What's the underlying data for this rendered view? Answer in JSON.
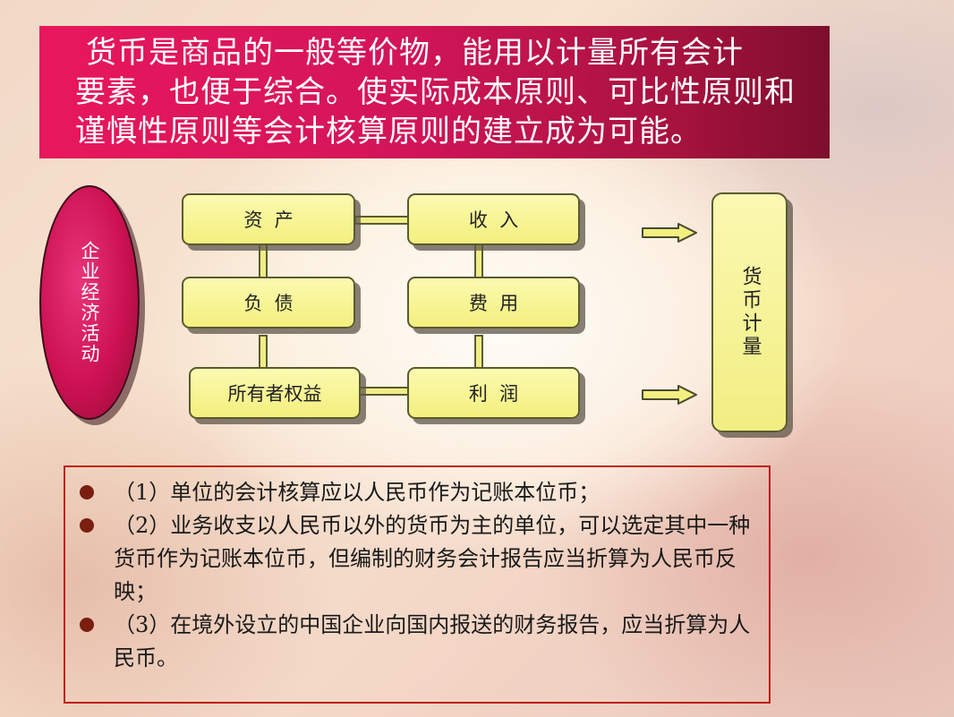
{
  "banner": {
    "line1": "货币是商品的一般等价物，能用以计量所有会计",
    "line2": "要素，也便于综合。使实际成本原则、可比性原则和",
    "line3": "谨慎性原则等会计核算原则的建立成为可能。"
  },
  "diagram": {
    "activity": "企业经济活动",
    "measure": "货币计量",
    "assets": "资  产",
    "liabilities": "负  债",
    "equity": "所有者权益",
    "revenue": "收  入",
    "expenses": "费  用",
    "profit": "利  润"
  },
  "notes": [
    "（1）单位的会计核算应以人民币作为记账本位币；",
    "（2）业务收支以人民币以外的货币为主的单位，可以选定其中一种货币作为记账本位币，但编制的财务会计报告应当折算为人民币反映；",
    "（3）在境外设立的中国企业向国内报送的财务报告，应当折算为人民币。"
  ],
  "colors": {
    "banner": "#d41559",
    "box_fill": "#f3ef7e",
    "ellipse": "#cc1152",
    "note_border": "#c01a1a",
    "bullet": "#7a1e10"
  }
}
